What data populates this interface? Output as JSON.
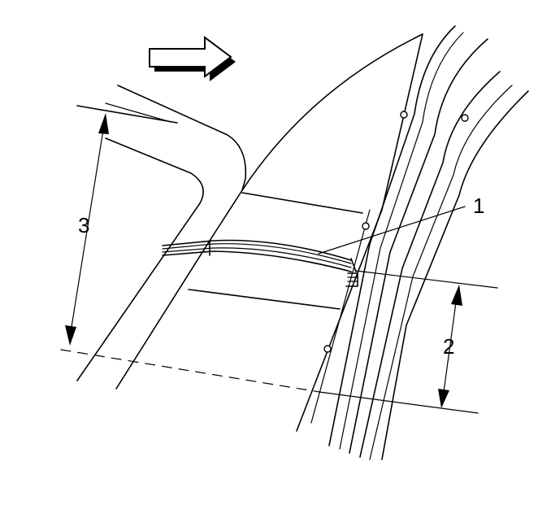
{
  "diagram": {
    "callouts": {
      "c1": "1",
      "c2": "2",
      "c3": "3"
    },
    "icons": {
      "direction": "arrow-right-icon"
    },
    "colors": {
      "line": "#000000",
      "arrow_shadow": "#000000",
      "background": "#ffffff"
    }
  }
}
